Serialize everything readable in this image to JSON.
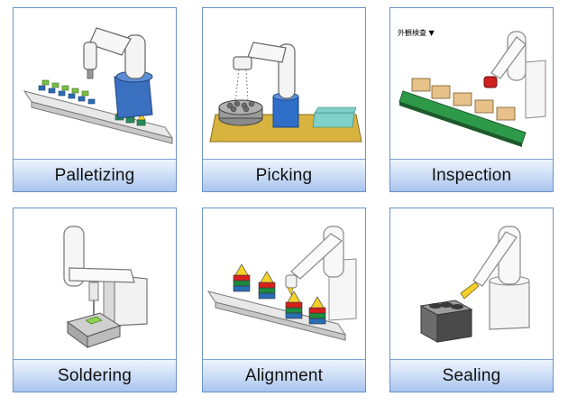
{
  "cards": [
    {
      "label": "Palletizing"
    },
    {
      "label": "Picking"
    },
    {
      "label": "Inspection",
      "tag": "外観検査 ▼"
    },
    {
      "label": "Soldering"
    },
    {
      "label": "Alignment"
    },
    {
      "label": "Sealing"
    }
  ]
}
